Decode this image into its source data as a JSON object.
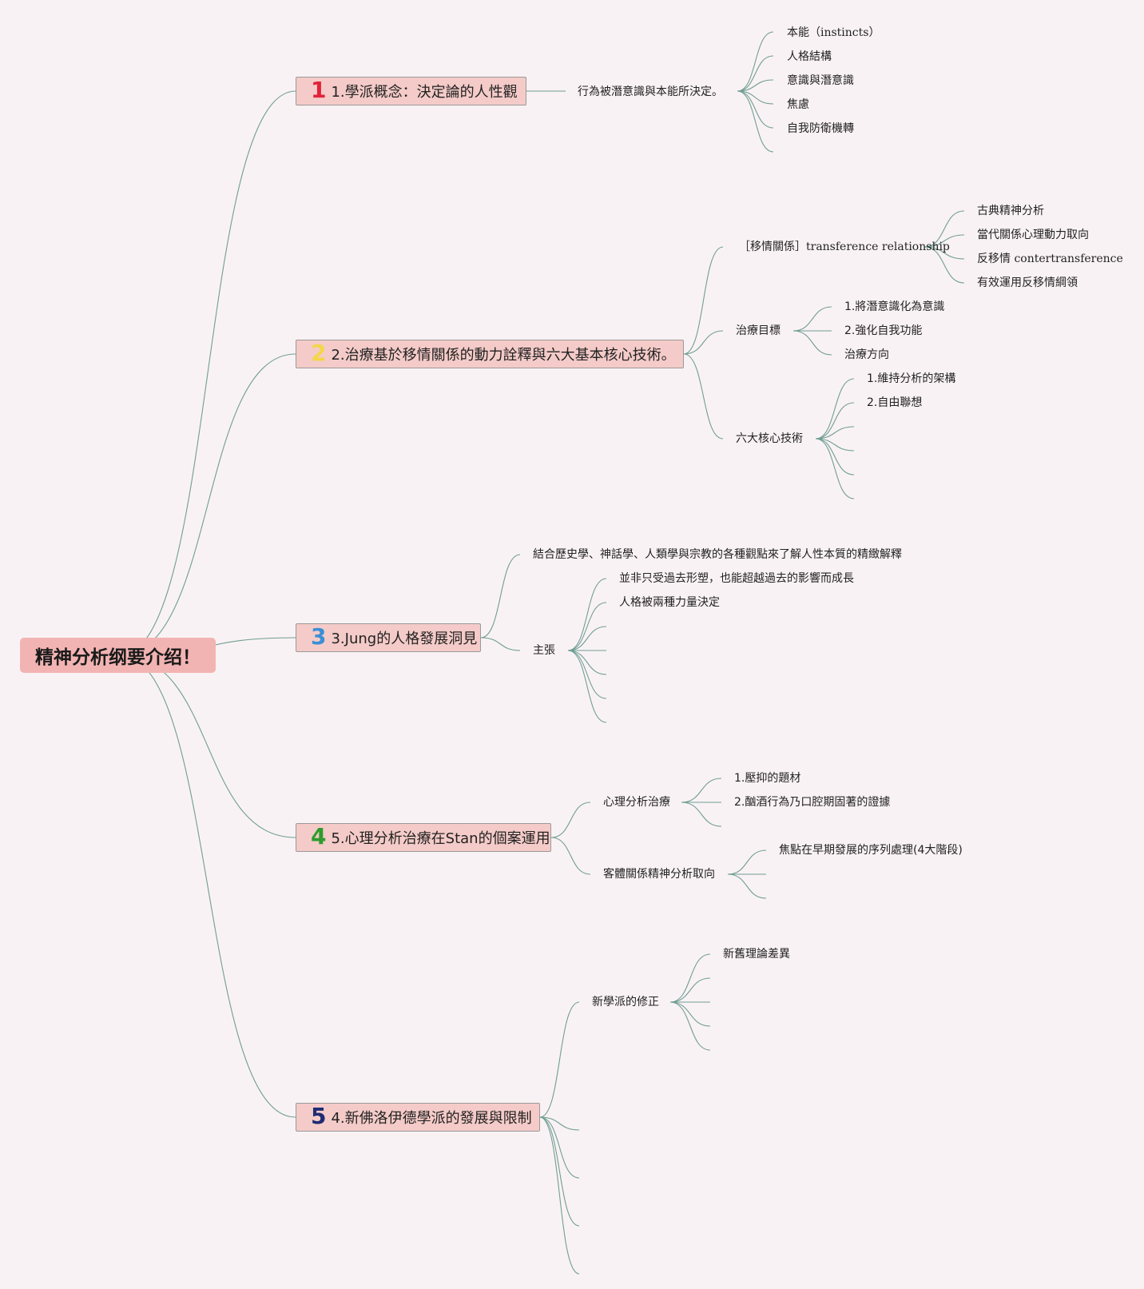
{
  "root": {
    "title": "精神分析纲要介绍！"
  },
  "colors": {
    "background": "#f9f2f4",
    "root_fill": "#f2b4b3",
    "branch_fill": "#f4cbc8",
    "connector": "#6f9e93",
    "marker_1": "#e1233a",
    "marker_2": "#f5d64a",
    "marker_3": "#3a8fd6",
    "marker_4": "#2e9c2e",
    "marker_5": "#1f2b74"
  },
  "branches": [
    {
      "marker": "1",
      "label": "1.學派概念：決定論的人性觀",
      "child": "行為被潛意識與本能所決定。",
      "leaves": [
        "本能（instincts）",
        "人格結構",
        "意識與潛意識",
        "焦慮",
        "自我防衛機轉"
      ]
    },
    {
      "marker": "2",
      "label": "2.治療基於移情關係的動力詮釋與六大基本核心技術。",
      "transference": {
        "label": "［移情關係］transference relationship",
        "leaves": [
          "古典精神分析",
          "當代關係心理動力取向",
          "反移情 contertransference",
          "有效運用反移情綱領"
        ]
      },
      "goals": {
        "label": "治療目標",
        "leaves": [
          "1.將潛意識化為意識",
          "2.強化自我功能",
          "治療方向"
        ]
      },
      "techniques": {
        "label": "六大核心技術",
        "leaves": [
          "1.維持分析的架構",
          "2.自由聯想"
        ]
      }
    },
    {
      "marker": "3",
      "label": "3.Jung的人格發展洞見",
      "child": "結合歷史學、神話學、人類學與宗教的各種觀點來了解人性本質的精緻解釋",
      "claims": {
        "label": "主張",
        "leaves": [
          "並非只受過去形塑，也能超越過去的影響而成長",
          "人格被兩種力量決定"
        ]
      }
    },
    {
      "marker": "4",
      "label": "5.心理分析治療在Stan的個案運用",
      "psycho": {
        "label": "心理分析治療",
        "leaves": [
          "1.壓抑的題材",
          "2.酗酒行為乃口腔期固著的證據"
        ]
      },
      "object": {
        "label": "客體關係精神分析取向",
        "leaves": [
          "焦點在早期發展的序列處理(4大階段)"
        ]
      }
    },
    {
      "marker": "5",
      "label": "4.新佛洛伊德學派的發展與限制",
      "revision": {
        "label": "新學派的修正",
        "leaves": [
          "新舊理論差異"
        ]
      }
    }
  ]
}
